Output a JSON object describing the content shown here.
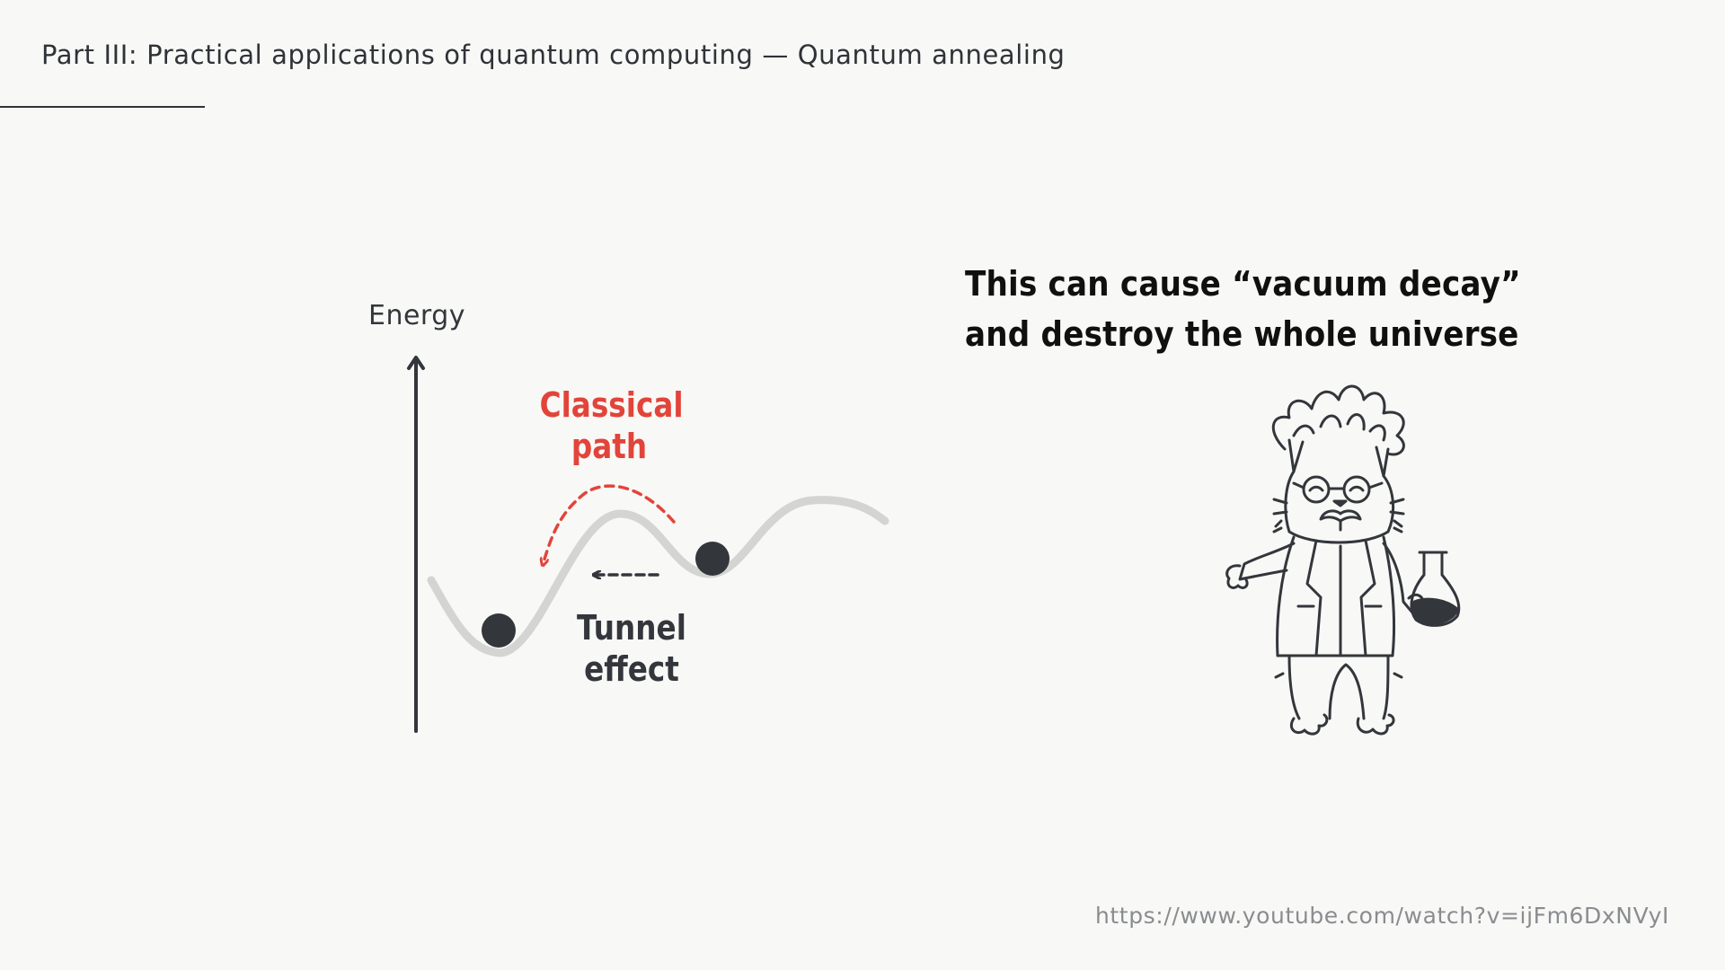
{
  "header": {
    "title": "Part III: Practical applications of quantum computing — Quantum annealing"
  },
  "diagram": {
    "axis_label": "Energy",
    "classical_label": "Classical path",
    "tunnel_label": "Tunnel effect"
  },
  "caption": {
    "line1": "This can cause “vacuum decay”",
    "line2": "and destroy the whole universe"
  },
  "illustration": {
    "icon": "scientist-cat-illustration"
  },
  "footer": {
    "source_url": "https://www.youtube.com/watch?v=ijFm6DxNVyI"
  },
  "colors": {
    "background": "#f8f8f6",
    "text": "#33363b",
    "accent_red": "#e2443a",
    "curve_gray": "#d4d4d2",
    "ball": "#33363b",
    "url_gray": "#8a8c90"
  }
}
